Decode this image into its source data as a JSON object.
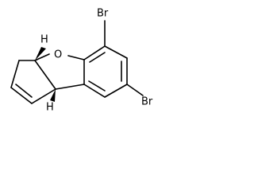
{
  "molecule": {
    "atom_labels": {
      "oxygen": "O",
      "bromine_top": "Br",
      "bromine_bottom": "Br",
      "hydrogen_top": "H",
      "hydrogen_bottom": "H"
    },
    "colors": {
      "bond": "#000000",
      "background": "#ffffff"
    }
  }
}
